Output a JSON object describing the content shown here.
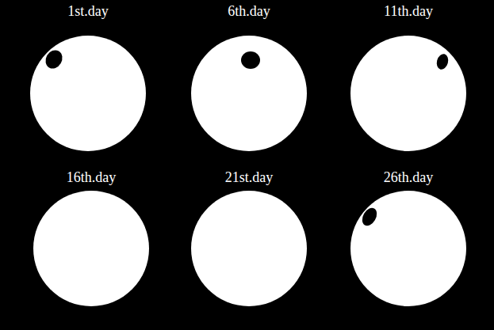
{
  "diagram": {
    "labels": [
      "1st.day",
      "6th.day",
      "11th.day",
      "16th.day",
      "21st.day",
      "26th.day"
    ]
  }
}
